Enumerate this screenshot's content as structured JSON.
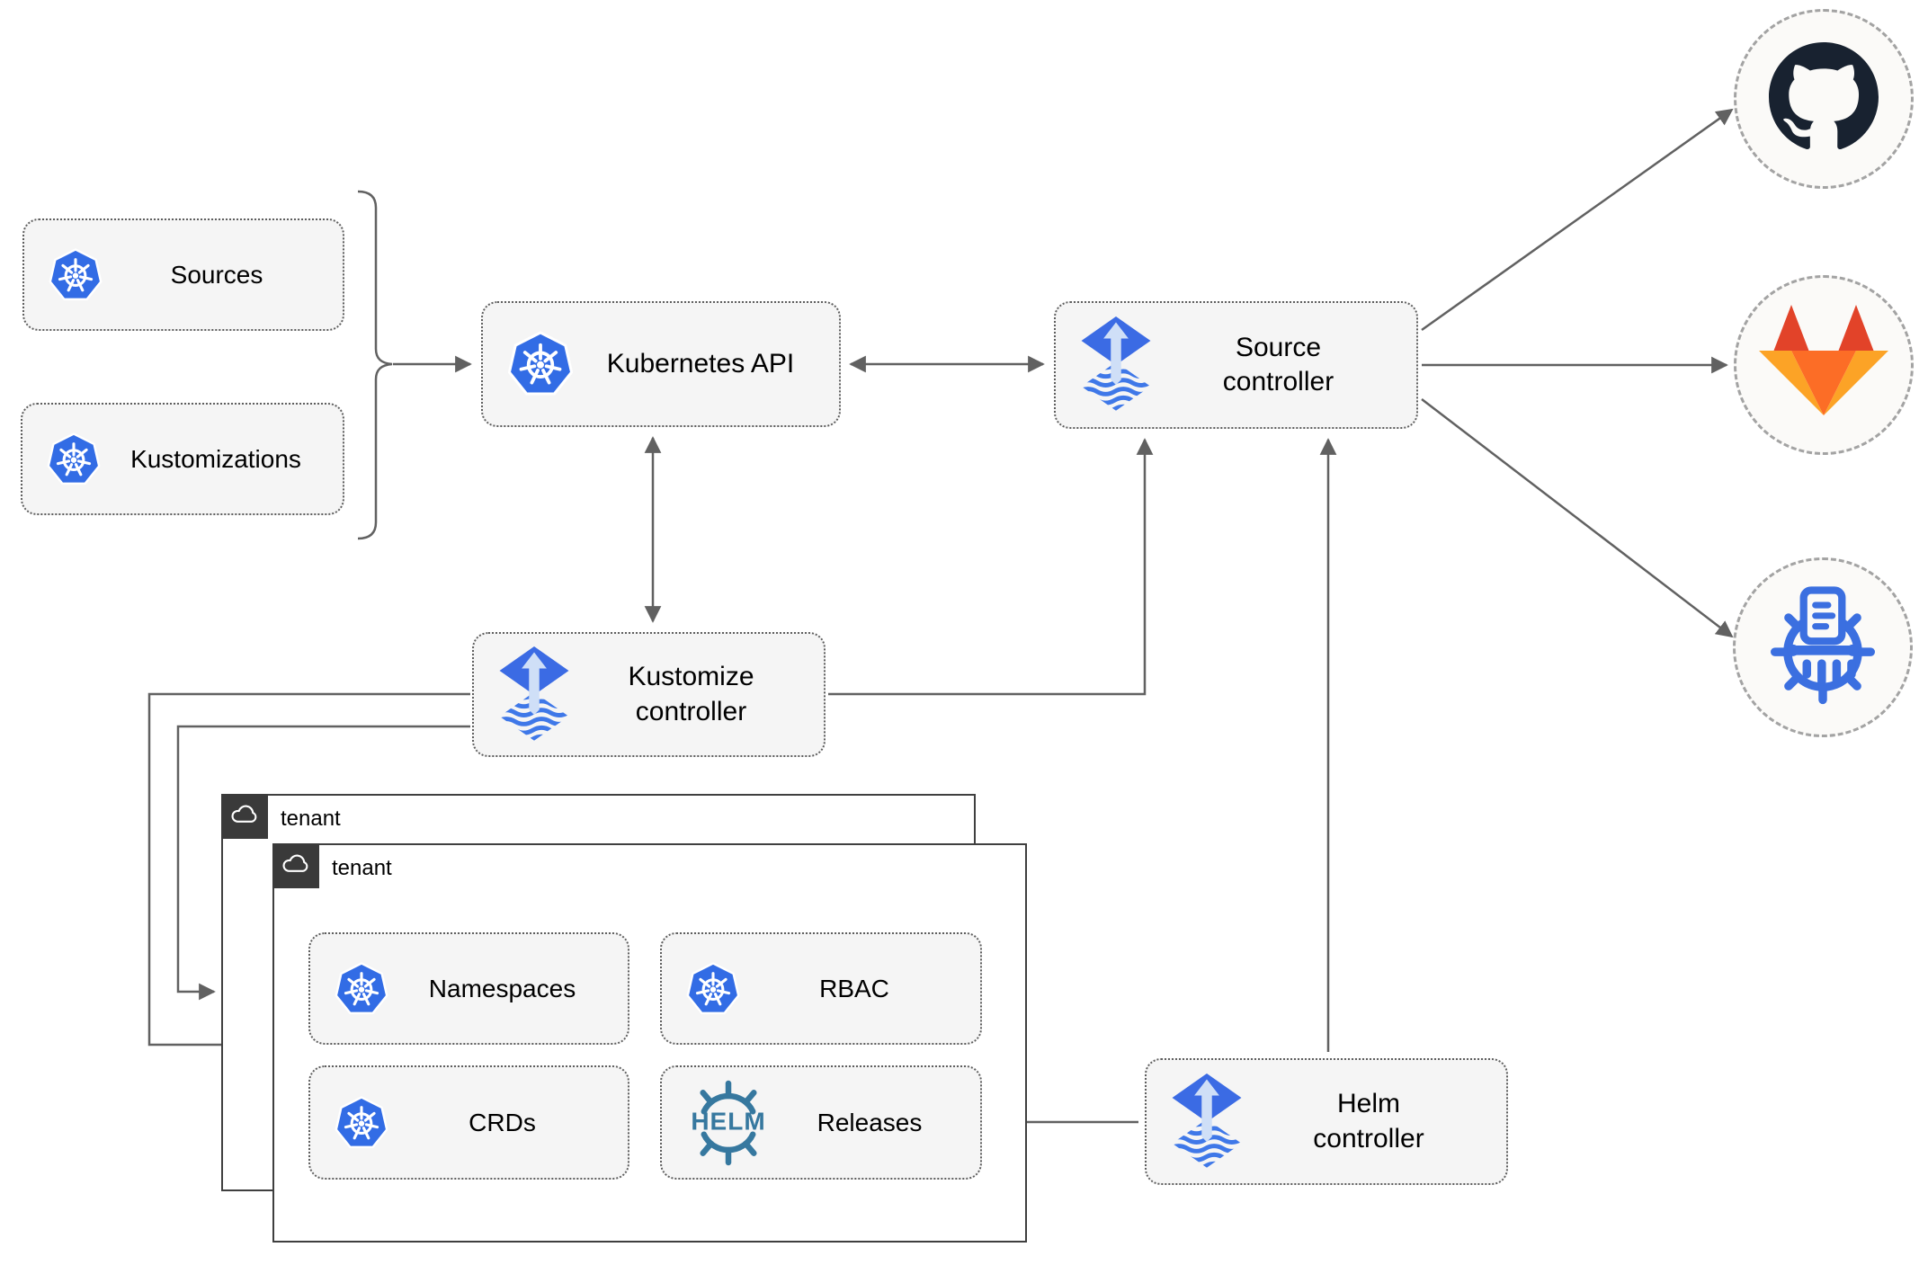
{
  "diagram": {
    "nodes": {
      "sources": "Sources",
      "kustomizations": "Kustomizations",
      "kubernetes_api": "Kubernetes API",
      "source_controller": "Source controller",
      "kustomize_controller": "Kustomize controller",
      "helm_controller": "Helm controller",
      "namespaces": "Namespaces",
      "rbac": "RBAC",
      "crds": "CRDs",
      "releases": "Releases"
    },
    "tenants": {
      "back": "tenant",
      "front": "tenant"
    },
    "logos": {
      "helm_wordmark": "HELM"
    },
    "endpoints": [
      {
        "name": "github",
        "icon": "github-octocat-icon"
      },
      {
        "name": "gitlab",
        "icon": "gitlab-tanuki-icon"
      },
      {
        "name": "chartmuseum",
        "icon": "chartmuseum-icon"
      }
    ],
    "icon_names": [
      "kubernetes-logo-icon",
      "flux-logo-icon",
      "helm-wheel-icon",
      "cloud-icon",
      "github-octocat-icon",
      "gitlab-tanuki-icon",
      "chartmuseum-icon"
    ],
    "colors": {
      "kubernetes_blue": "#326ce5",
      "flux_blue": "#3b6be4",
      "helm_teal": "#36789f",
      "github_dark": "#182230",
      "gitlab_red": "#e24329",
      "gitlab_orange": "#fc6d26",
      "gitlab_amber": "#fca326",
      "chartmuseum_blue": "#3b6fe0",
      "node_fill": "#f5f5f5",
      "node_border": "#5e5e5e",
      "connector_gray": "#616161",
      "tenant_tag_bg": "#3a3a3a"
    }
  }
}
